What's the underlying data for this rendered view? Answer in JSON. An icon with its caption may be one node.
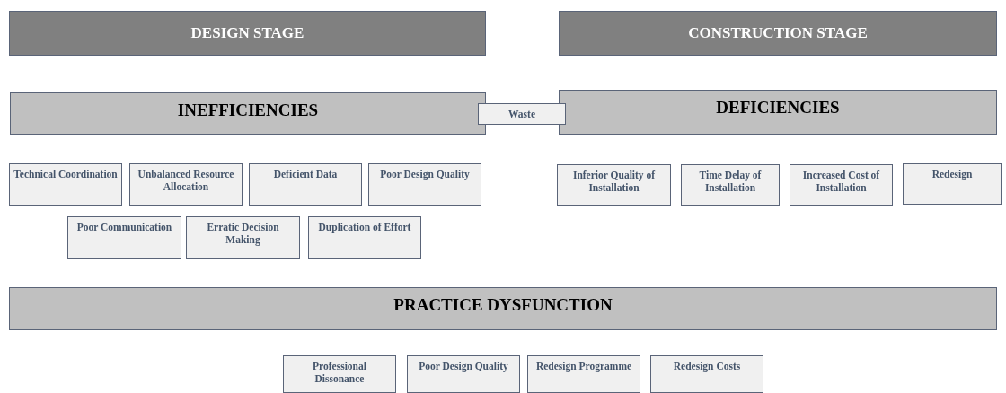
{
  "diagram": {
    "nodes": [
      {
        "text": [
          "DESIGN STAGE"
        ]
      },
      {
        "text": [
          "CONSTRUCTION STAGE"
        ]
      },
      {
        "text": [
          "INEFFICIENCIES"
        ]
      },
      {
        "text": [
          "Waste"
        ]
      },
      {
        "text": [
          "DEFICIENCIES"
        ]
      },
      {
        "text": [
          "Technical Coordination"
        ]
      },
      {
        "text": [
          "Unbalanced Resource Allocation"
        ]
      },
      {
        "text": [
          "Deficient Data"
        ]
      },
      {
        "text": [
          "Poor Design Quality"
        ]
      },
      {
        "text": [
          "Inferior Quality of Installation"
        ]
      },
      {
        "text": [
          "Time Delay of Installation"
        ]
      },
      {
        "text": [
          "Increased Cost of Installation"
        ]
      },
      {
        "text": [
          "Redesign"
        ]
      },
      {
        "text": [
          "Poor Communication"
        ]
      },
      {
        "text": [
          "Erratic Decision Making"
        ]
      },
      {
        "text": [
          "Duplication of Effort"
        ]
      },
      {
        "text": [
          "PRACTICE DYSFUNCTION"
        ]
      },
      {
        "text": [
          "Professional Dissonance"
        ]
      },
      {
        "text": [
          "Poor Design Quality"
        ]
      },
      {
        "text": [
          "Redesign Programme"
        ]
      },
      {
        "text": [
          "Redesign Costs"
        ]
      }
    ],
    "edges": []
  }
}
